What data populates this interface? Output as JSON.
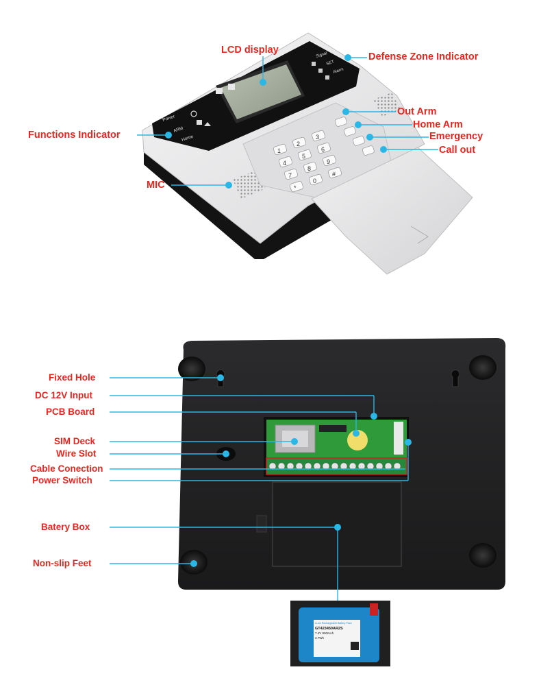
{
  "labels": {
    "lcd_display": "LCD display",
    "defense_zone_indicator": "Defense Zone Indicator",
    "out_arm": "Out Arm",
    "home_arm": "Home Arm",
    "emergency": "Emergency",
    "call_out": "Call out",
    "functions_indicator": "Functions Indicator",
    "mic": "MIC",
    "fixed_hole": "Fixed Hole",
    "dc_input": "DC 12V Input",
    "pcb_board": "PCB Board",
    "sim_deck": "SIM Deck",
    "wire_slot": "Wire Slot",
    "cable_connection": "Cable Conection",
    "power_switch": "Power Switch",
    "battery_box": "Batery Box",
    "nonslip_feet": "Non-slip Feet"
  },
  "panel_text": {
    "power": "Power",
    "arm": "ARM",
    "home": "Home",
    "signal": "Signal",
    "set": "SET",
    "alarm": "Alarm"
  },
  "battery": {
    "header": "Li-ion Rechargeable Battery Pack",
    "model": "GT423450AR2S",
    "spec1": "7.4V 900mAh",
    "spec2": "3.7Wh"
  },
  "keypad": [
    "1",
    "2",
    "3",
    "4",
    "5",
    "6",
    "7",
    "8",
    "9",
    "*",
    "0",
    "#"
  ],
  "colors": {
    "label_red": "#e8261f",
    "callout_line": "#2ab7e6",
    "device_white": "#e9e9ea",
    "device_black": "#161616",
    "pcb_green": "#2f9a3a",
    "battery_blue": "#1d86c9"
  }
}
